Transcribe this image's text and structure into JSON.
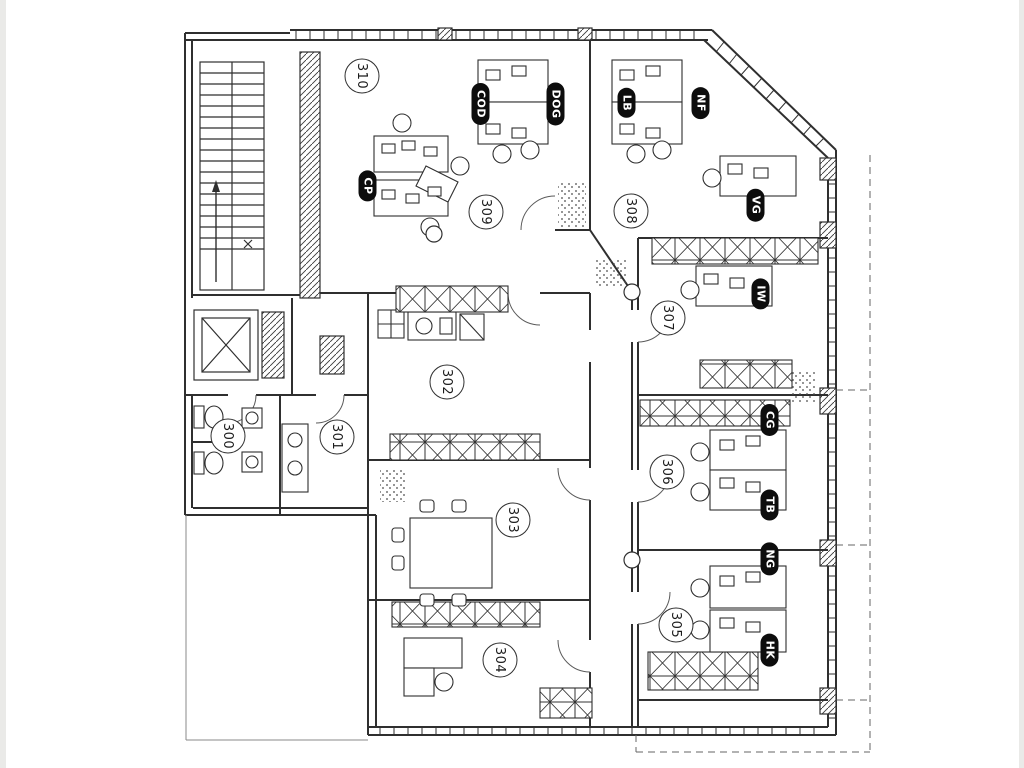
{
  "colors": {
    "ink": "#2f2f2f",
    "occupant_badge_bg": "#0d0d0d",
    "occupant_badge_text": "#ffffff",
    "paper": "#ffffff"
  },
  "rooms": [
    {
      "number": "310"
    },
    {
      "number": "309"
    },
    {
      "number": "308"
    },
    {
      "number": "307"
    },
    {
      "number": "306"
    },
    {
      "number": "305"
    },
    {
      "number": "304"
    },
    {
      "number": "303"
    },
    {
      "number": "302"
    },
    {
      "number": "301"
    },
    {
      "number": "300"
    }
  ],
  "occupants": [
    {
      "initials": "CP"
    },
    {
      "initials": "COD"
    },
    {
      "initials": "DOG"
    },
    {
      "initials": "LB"
    },
    {
      "initials": "NF"
    },
    {
      "initials": "VG"
    },
    {
      "initials": "IW"
    },
    {
      "initials": "CG"
    },
    {
      "initials": "TB"
    },
    {
      "initials": "NG"
    },
    {
      "initials": "HK"
    }
  ]
}
